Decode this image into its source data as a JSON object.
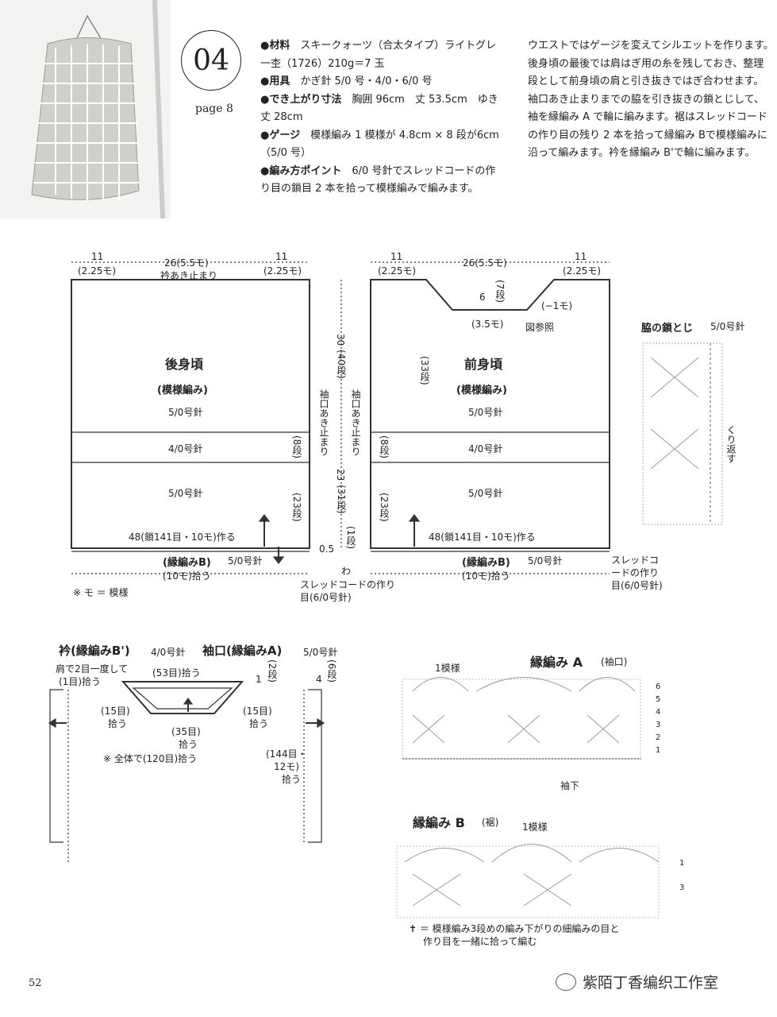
{
  "header": {
    "pattern_number": "04",
    "page_ref": "page 8"
  },
  "specs": {
    "material_label": "●材料",
    "material_text": "スキークォーツ（合太タイプ）ライトグレ一杢（1726）210g＝7 玉",
    "tools_label": "●用具",
    "tools_text": "かぎ針 5/0 号・4/0・6/0 号",
    "size_label": "●でき上がり寸法",
    "size_text": "胸囲 96cm　丈 53.5cm　ゆき丈 28cm",
    "gauge_label": "●ゲージ",
    "gauge_text": "模様編み 1 模様が 4.8cm × 8 段が6cm（5/0 号）",
    "point_label": "●編み方ポイント",
    "point_text": "6/0 号針でスレッドコードの作り目の鎖目 2 本を拾って模様編みで編みます。"
  },
  "notes_text": "ウエストではゲージを変えてシルエットを作ります。後身頃の最後では肩はぎ用の糸を残しておき、整理段として前身頃の肩と引き抜きではぎ合わせます。袖口あき止まりまでの脇を引き抜きの鎖とじして、袖を縁編み A で輪に編みます。裾はスレッドコードの作り目の残り 2 本を拾って縁編み Bで模様編みに沿って編みます。衿を縁編み B'で輪に編みます。",
  "back": {
    "dim_left": "11",
    "dim_left_sub": "(2.25モ)",
    "dim_mid": "26(5.5モ)",
    "dim_right": "11",
    "dim_right_sub": "(2.25モ)",
    "neck": "衿あき止まり",
    "title": "後身頃",
    "subtitle": "(模様編み)",
    "needle_top": "5/0号針",
    "needle_mid": "4/0号針",
    "needle_bot": "5/0号針",
    "cast_on": "48(鎖141目・10モ)作る",
    "edge": "(縁編みB)",
    "edge_needle": "5/0号針",
    "pickup": "(10モ)拾う",
    "rows_8": "(8段)",
    "rows_23": "(23段)"
  },
  "front": {
    "dim_left": "11",
    "dim_left_sub": "(2.25モ)",
    "dim_mid": "26(5.5モ)",
    "dim_right": "11",
    "dim_right_sub": "(2.25モ)",
    "neck_depth": "6",
    "neck_rows": "(7段)",
    "neck_dec": "(−1モ)",
    "neck_width": "(3.5モ)",
    "see_fig": "図参照",
    "rows_33": "(33段)",
    "title": "前身頃",
    "subtitle": "(模様編み)",
    "needle_top": "5/0号針",
    "needle_mid": "4/0号針",
    "needle_bot": "5/0号針",
    "cast_on": "48(鎖141目・10モ)作る",
    "edge": "(縁編みB)",
    "edge_needle": "5/0号針",
    "pickup": "(10モ)拾う",
    "rows_8": "(8段)",
    "rows_23": "(23段)"
  },
  "center": {
    "h30": "30",
    "h30_rows": "(40段)",
    "armhole_l": "袖口あき止まり",
    "armhole_r": "袖口あき止まり",
    "h23": "23",
    "h23_rows": "(31段)",
    "h05": "0.5",
    "h05_rows": "(1段)",
    "wa": "わ",
    "thread_cord": "スレッドコードの作り目(6/0号針)",
    "thread_cord_r": "スレッドコードの作り目(6/0号針)"
  },
  "legend_mo": "※ モ ＝ 模様",
  "side_seam": {
    "title": "脇の鎖とじ",
    "needle": "5/0号針",
    "repeat": "くり返す"
  },
  "collar": {
    "title": "衿",
    "title2": "(縁編みB')",
    "needle": "4/0号針",
    "shoulder": "肩で2目一度して",
    "shoulder2": "(1目)拾う",
    "top": "(53目)拾う",
    "side_l": "(15目)",
    "side_l2": "拾う",
    "side_r": "(15目)",
    "side_r2": "拾う",
    "bottom": "(35目)",
    "bottom2": "拾う",
    "total": "※ 全体で(120目)拾う",
    "rows": "(2段)",
    "rows_n": "1"
  },
  "sleeve": {
    "title": "袖口",
    "title2": "(縁編みA)",
    "needle": "5/0号針",
    "rows": "(6段)",
    "rows_n": "4",
    "pick": "(144目・",
    "pick2": "12モ)",
    "pick3": "拾う"
  },
  "chart_a": {
    "title": "縁編み A",
    "sub": "(袖口)",
    "repeat": "1模様",
    "sleeve_bottom": "袖下",
    "rows": [
      "6",
      "5",
      "4",
      "3",
      "2",
      "1"
    ]
  },
  "chart_b": {
    "title": "縁編み B",
    "sub": "(裾)",
    "repeat": "1模様",
    "rows": [
      "1",
      "3"
    ]
  },
  "footnote": {
    "line1": "✝ ＝ 模様編み3段めの編み下がりの細編みの目と",
    "line2": "作り目を一緒に拾って編む"
  },
  "footer": {
    "page": "52",
    "brand": "紫陌丁香编织工作室"
  }
}
